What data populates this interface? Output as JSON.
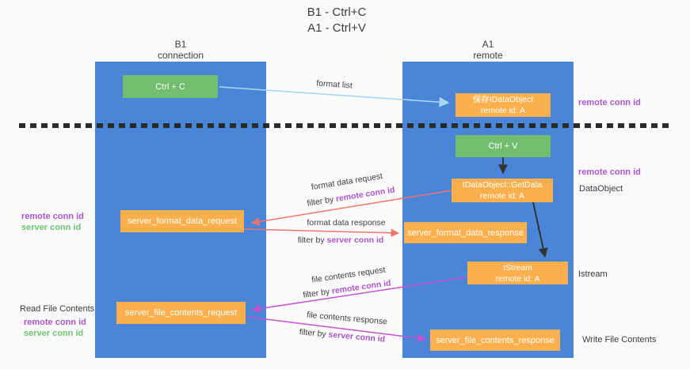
{
  "title": {
    "line1": "B1 - Ctrl+C",
    "line2": "A1 - Ctrl+V"
  },
  "columns": {
    "left": {
      "name": "B1",
      "role": "connection"
    },
    "right": {
      "name": "A1",
      "role": "remote"
    }
  },
  "boxes": {
    "ctrl_c": {
      "label": "Ctrl + C"
    },
    "ctrl_v": {
      "label": "Ctrl + V"
    },
    "save_dataobject": {
      "line1": "保存IDataObject",
      "line2": "remote id: A"
    },
    "getdata": {
      "line1": "IDataObject::GetData",
      "line2": "remote id: A"
    },
    "istream": {
      "line1": "IStream",
      "line2": "remote id: A"
    },
    "server_format_data_request": {
      "label": "server_format_data_request"
    },
    "server_format_data_response": {
      "label": "server_format_data_response"
    },
    "server_file_contents_request": {
      "label": "server_file_contents_request"
    },
    "server_file_contents_response": {
      "label": "server_file_contents_response"
    }
  },
  "right_labels": {
    "remote_conn_id_1": "remote conn id",
    "remote_conn_id_2": "remote conn id",
    "dataobject": "DataObject",
    "istream": "Istream",
    "write_file_contents": "Write File Contents"
  },
  "left_labels": {
    "remote_conn_id_1": "remote conn id",
    "server_conn_id_1": "server conn id",
    "read_file_contents": "Read File Contents",
    "remote_conn_id_2": "remote conn id",
    "server_conn_id_2": "server conn id"
  },
  "arrow_labels": {
    "format_list": "format list",
    "format_data_request": "format data request",
    "format_data_response": "format data response",
    "file_contents_request": "file contents request",
    "file_contents_response": "file contents response",
    "filter_by": "filter by ",
    "remote_conn_id": "remote conn id",
    "server_conn_id": "server conn id"
  },
  "colors": {
    "lifeline_blue": "#4a85d8",
    "box_green": "#71bf6e",
    "box_orange": "#fbb04d",
    "arrow_light_blue": "#a9d6f2",
    "arrow_red": "#f0746a",
    "arrow_magenta": "#c850d2",
    "arrow_black": "#333333",
    "text_purple": "#ab55cc",
    "text_green": "#6ec373",
    "dashed_line": "#2a2a2a"
  }
}
